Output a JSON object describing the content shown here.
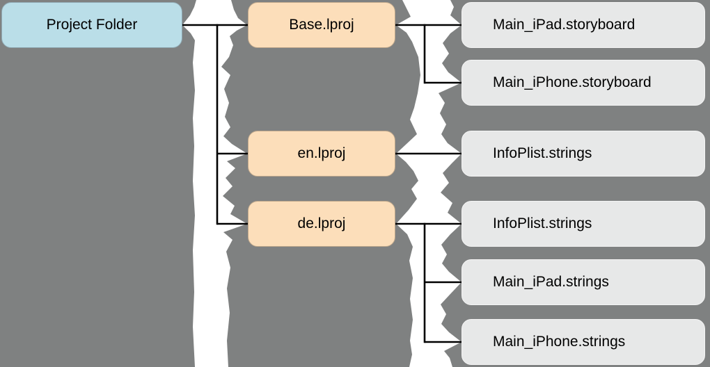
{
  "diagram": {
    "description": "Xcode project localization folder structure diagram",
    "colors": {
      "background": "#7f8181",
      "root_node_fill": "#badee8",
      "root_node_border": "#8fa9b3",
      "lproj_node_fill": "#fcdeba",
      "lproj_node_border": "#bfa88c",
      "file_node_fill": "#e7e8e8",
      "file_node_border": "#f4f4f4",
      "connector": "#000000",
      "torn_edge": "#ffffff"
    },
    "nodes": {
      "project_folder": {
        "label": "Project Folder",
        "type": "root-folder"
      },
      "base_lproj": {
        "label": "Base.lproj",
        "type": "lproj-folder"
      },
      "en_lproj": {
        "label": "en.lproj",
        "type": "lproj-folder"
      },
      "de_lproj": {
        "label": "de.lproj",
        "type": "lproj-folder"
      },
      "main_ipad_storyboard": {
        "label": "Main_iPad.storyboard",
        "type": "file"
      },
      "main_iphone_storyboard": {
        "label": "Main_iPhone.storyboard",
        "type": "file"
      },
      "infoplist_strings_en": {
        "label": "InfoPlist.strings",
        "type": "file"
      },
      "infoplist_strings_de": {
        "label": "InfoPlist.strings",
        "type": "file"
      },
      "main_ipad_strings": {
        "label": "Main_iPad.strings",
        "type": "file"
      },
      "main_iphone_strings": {
        "label": "Main_iPhone.strings",
        "type": "file"
      }
    },
    "edges": [
      {
        "from": "Project Folder",
        "to": "Base.lproj"
      },
      {
        "from": "Project Folder",
        "to": "en.lproj"
      },
      {
        "from": "Project Folder",
        "to": "de.lproj"
      },
      {
        "from": "Base.lproj",
        "to": "Main_iPad.storyboard"
      },
      {
        "from": "Base.lproj",
        "to": "Main_iPhone.storyboard"
      },
      {
        "from": "en.lproj",
        "to": "InfoPlist.strings"
      },
      {
        "from": "de.lproj",
        "to": "InfoPlist.strings"
      },
      {
        "from": "de.lproj",
        "to": "Main_iPad.strings"
      },
      {
        "from": "de.lproj",
        "to": "Main_iPhone.strings"
      }
    ]
  }
}
